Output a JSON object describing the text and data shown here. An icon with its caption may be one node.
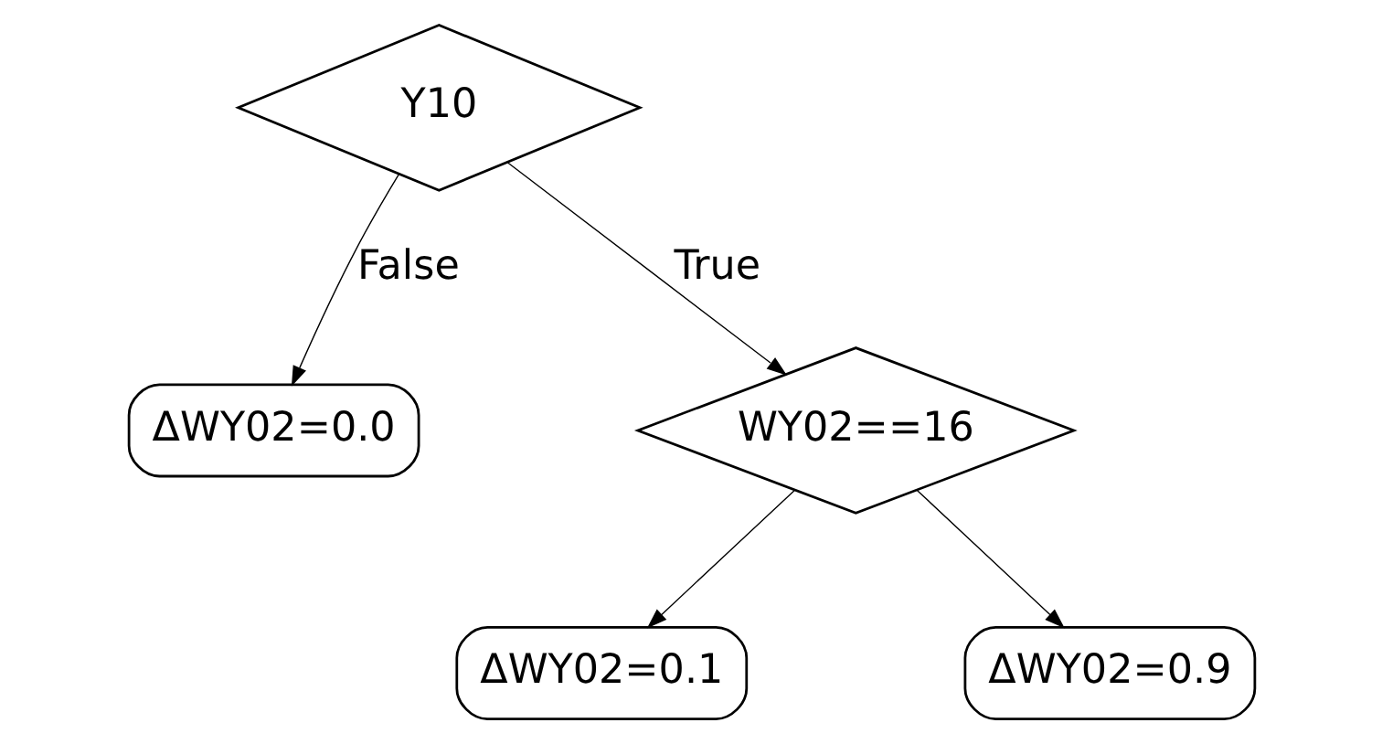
{
  "diagram": {
    "nodes": [
      {
        "text": [
          "Y10"
        ]
      },
      {
        "text": [
          "ΔWY02=0.0"
        ]
      },
      {
        "text": [
          "WY02==16"
        ]
      },
      {
        "text": [
          "ΔWY02=0.1"
        ]
      },
      {
        "text": [
          "ΔWY02=0.9"
        ]
      }
    ],
    "edges": [
      {
        "from": 0,
        "to": 1,
        "arrow": "to",
        "label": "False"
      },
      {
        "from": 0,
        "to": 2,
        "arrow": "to",
        "label": "True"
      },
      {
        "from": 2,
        "to": 3,
        "arrow": "to"
      },
      {
        "from": 2,
        "to": 4,
        "arrow": "to"
      }
    ]
  }
}
